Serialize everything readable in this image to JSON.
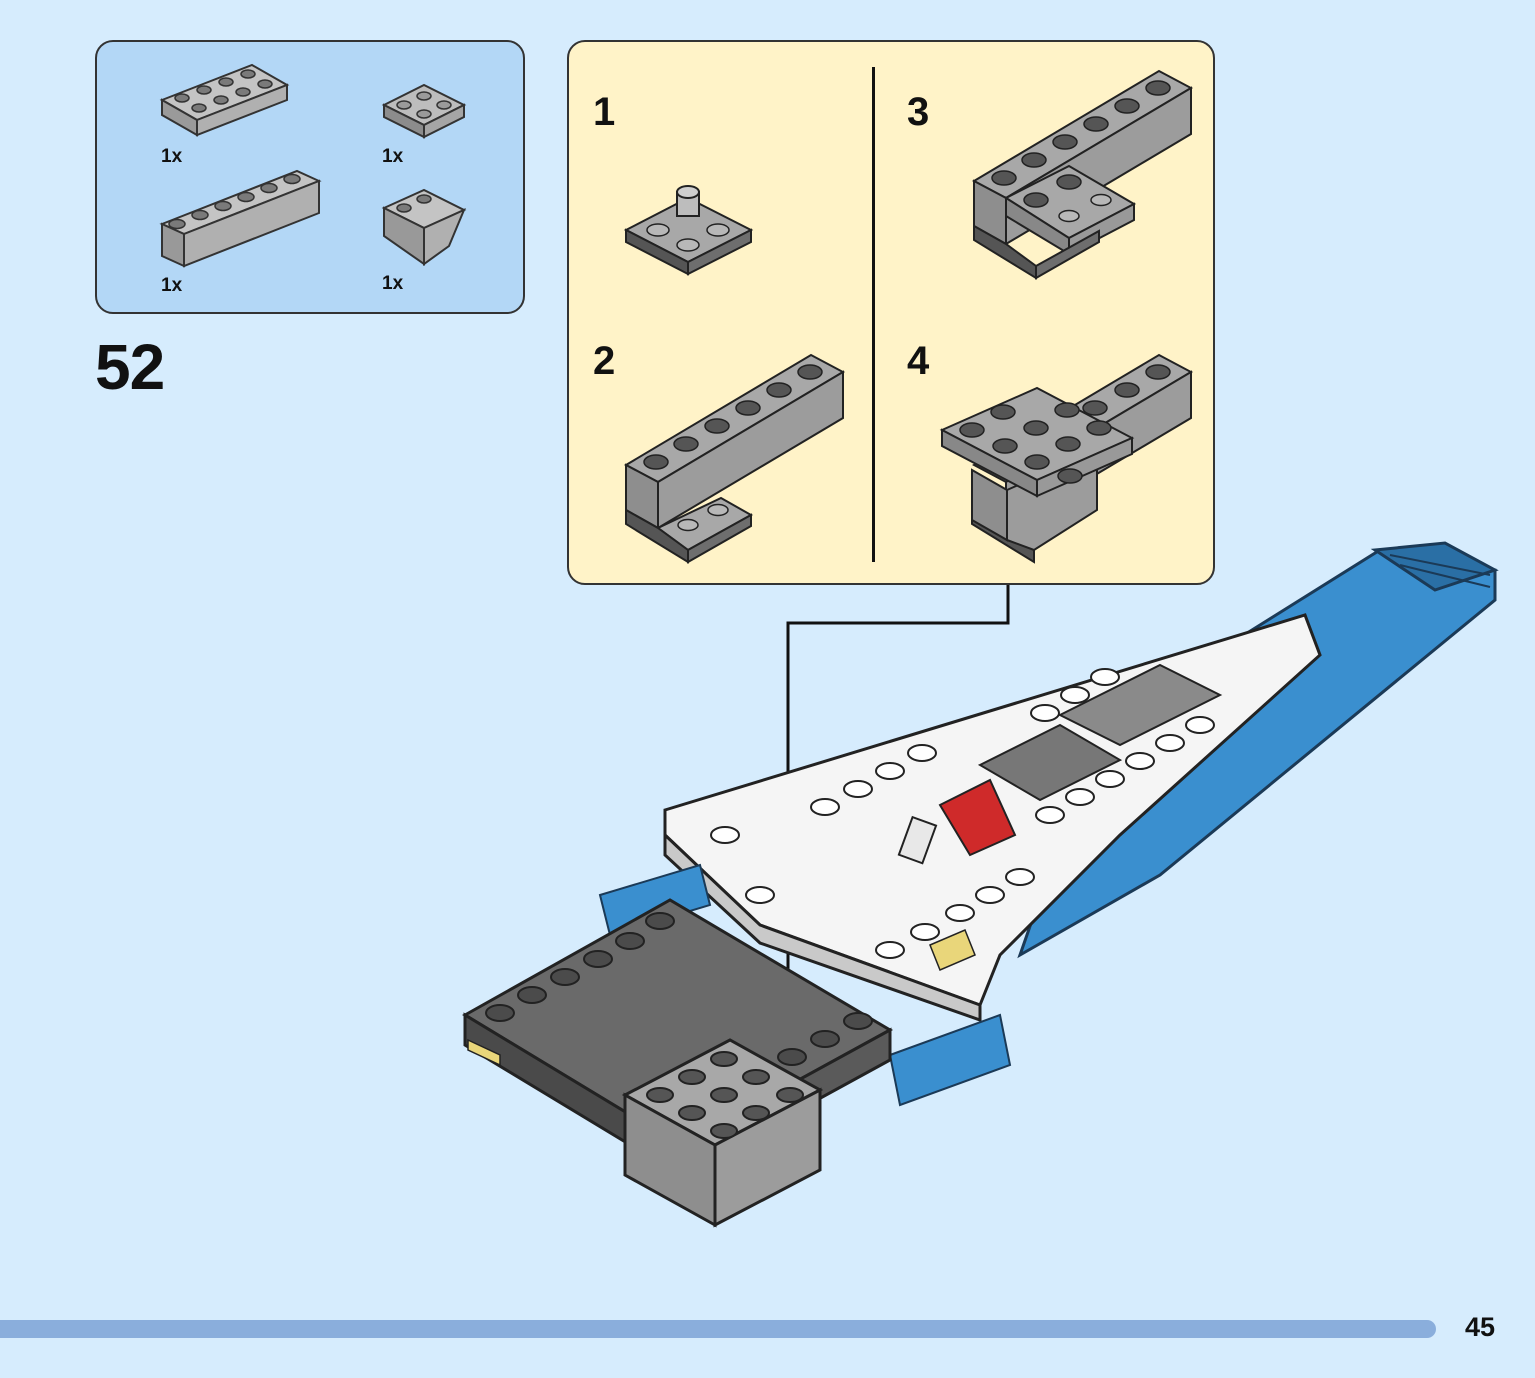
{
  "parts_list": {
    "items": [
      {
        "name": "plate-2x4",
        "qty": "1x"
      },
      {
        "name": "plate-2x2-jumper",
        "qty": "1x"
      },
      {
        "name": "brick-1x6",
        "qty": "1x"
      },
      {
        "name": "slope-inverted",
        "qty": "1x"
      }
    ]
  },
  "step": {
    "number": "52"
  },
  "substeps": [
    {
      "number": "1"
    },
    {
      "number": "2"
    },
    {
      "number": "3"
    },
    {
      "number": "4"
    }
  ],
  "colors": {
    "background": "#d6ecfd",
    "parts_panel": "#b3d7f6",
    "substep_panel": "#fff3c8",
    "brick_light_gray": "#a8a8a8",
    "brick_dark_gray": "#5e5e5e",
    "brick_blue": "#3a8fcf",
    "brick_white": "#f5f5f5",
    "page_bar": "#8aaedc"
  },
  "page": {
    "number": "45"
  }
}
